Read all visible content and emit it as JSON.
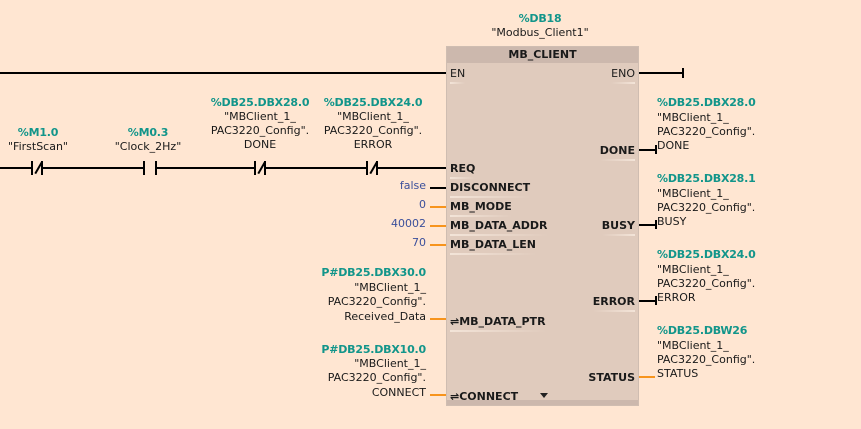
{
  "block": {
    "instance_address": "%DB18",
    "instance_name": "\"Modbus_Client1\"",
    "type": "MB_CLIENT",
    "inputs": {
      "en": "EN",
      "req": "REQ",
      "disconnect": "DISCONNECT",
      "mb_mode": "MB_MODE",
      "mb_data_addr": "MB_DATA_ADDR",
      "mb_data_len": "MB_DATA_LEN",
      "mb_data_ptr": "⇌MB_DATA_PTR",
      "connect": "⇌CONNECT"
    },
    "outputs": {
      "eno": "ENO",
      "done": "DONE",
      "busy": "BUSY",
      "error": "ERROR",
      "status": "STATUS"
    }
  },
  "contacts": [
    {
      "address": "%M1.0",
      "symbol": "\"FirstScan\"",
      "type": "normally-closed"
    },
    {
      "address": "%M0.3",
      "symbol": "\"Clock_2Hz\"",
      "type": "normally-open"
    },
    {
      "address": "%DB25.DBX28.0",
      "symbol_line1": "\"MBClient_1_",
      "symbol_line2": "PAC3220_Config\".",
      "symbol_line3": "DONE",
      "type": "normally-closed"
    },
    {
      "address": "%DB25.DBX24.0",
      "symbol_line1": "\"MBClient_1_",
      "symbol_line2": "PAC3220_Config\".",
      "symbol_line3": "ERROR",
      "type": "normally-closed"
    }
  ],
  "input_params": {
    "disconnect": "false",
    "mb_mode": "0",
    "mb_data_addr": "40002",
    "mb_data_len": "70",
    "mb_data_ptr": {
      "address": "P#DB25.DBX30.0",
      "line1": "\"MBClient_1_",
      "line2": "PAC3220_Config\".",
      "line3": "Received_Data"
    },
    "connect": {
      "address": "P#DB25.DBX10.0",
      "line1": "\"MBClient_1_",
      "line2": "PAC3220_Config\".",
      "line3": "CONNECT"
    }
  },
  "output_params": {
    "done": {
      "address": "%DB25.DBX28.0",
      "line1": "\"MBClient_1_",
      "line2": "PAC3220_Config\".",
      "line3": "DONE"
    },
    "busy": {
      "address": "%DB25.DBX28.1",
      "line1": "\"MBClient_1_",
      "line2": "PAC3220_Config\".",
      "line3": "BUSY"
    },
    "error": {
      "address": "%DB25.DBX24.0",
      "line1": "\"MBClient_1_",
      "line2": "PAC3220_Config\".",
      "line3": "ERROR"
    },
    "status": {
      "address": "%DB25.DBW26",
      "line1": "\"MBClient_1_",
      "line2": "PAC3220_Config\".",
      "line3": "STATUS"
    }
  },
  "colors": {
    "background": "#ffe6d2",
    "block": "#e0cbbd",
    "address": "#12958a",
    "constant": "#3b4f9b",
    "bool_wire": "#000000",
    "data_wire": "#f7941d"
  }
}
